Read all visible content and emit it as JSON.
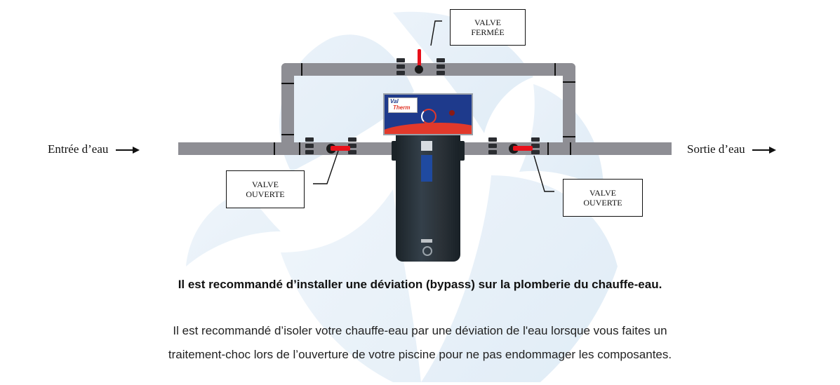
{
  "diagram": {
    "title": "Bypass plumbing diagram for pool water heater",
    "inlet_label": "Entrée d’eau",
    "outlet_label": "Sortie d’eau",
    "arrow_icon": "right-arrow-icon",
    "valves": [
      {
        "id": "top",
        "line1": "VALVE",
        "line2": "FERMÉE",
        "state": "closed"
      },
      {
        "id": "left",
        "line1": "VALVE",
        "line2": "OUVERTE",
        "state": "open"
      },
      {
        "id": "right",
        "line1": "VALVE",
        "line2": "OUVERTE",
        "state": "open"
      }
    ],
    "heater": {
      "brand_line1": "Val",
      "brand_line2": "Therm"
    },
    "colors": {
      "pipe": "#8e8e94",
      "valve_handle": "#e8101a",
      "heater_body": "#2b3238",
      "panel_blue": "#1e3a8c",
      "panel_red": "#e2392b",
      "watermark": "#dbe9f5"
    }
  },
  "text": {
    "heading": "Il est recommandé d’installer une déviation (bypass) sur la plomberie du chauffe-eau.",
    "paragraph_line1": "Il est recommandé d’isoler votre chauffe-eau par une déviation de l'eau lorsque vous faites un",
    "paragraph_line2": "traitement-choc lors de l’ouverture de votre piscine pour ne pas endommager les composantes."
  }
}
